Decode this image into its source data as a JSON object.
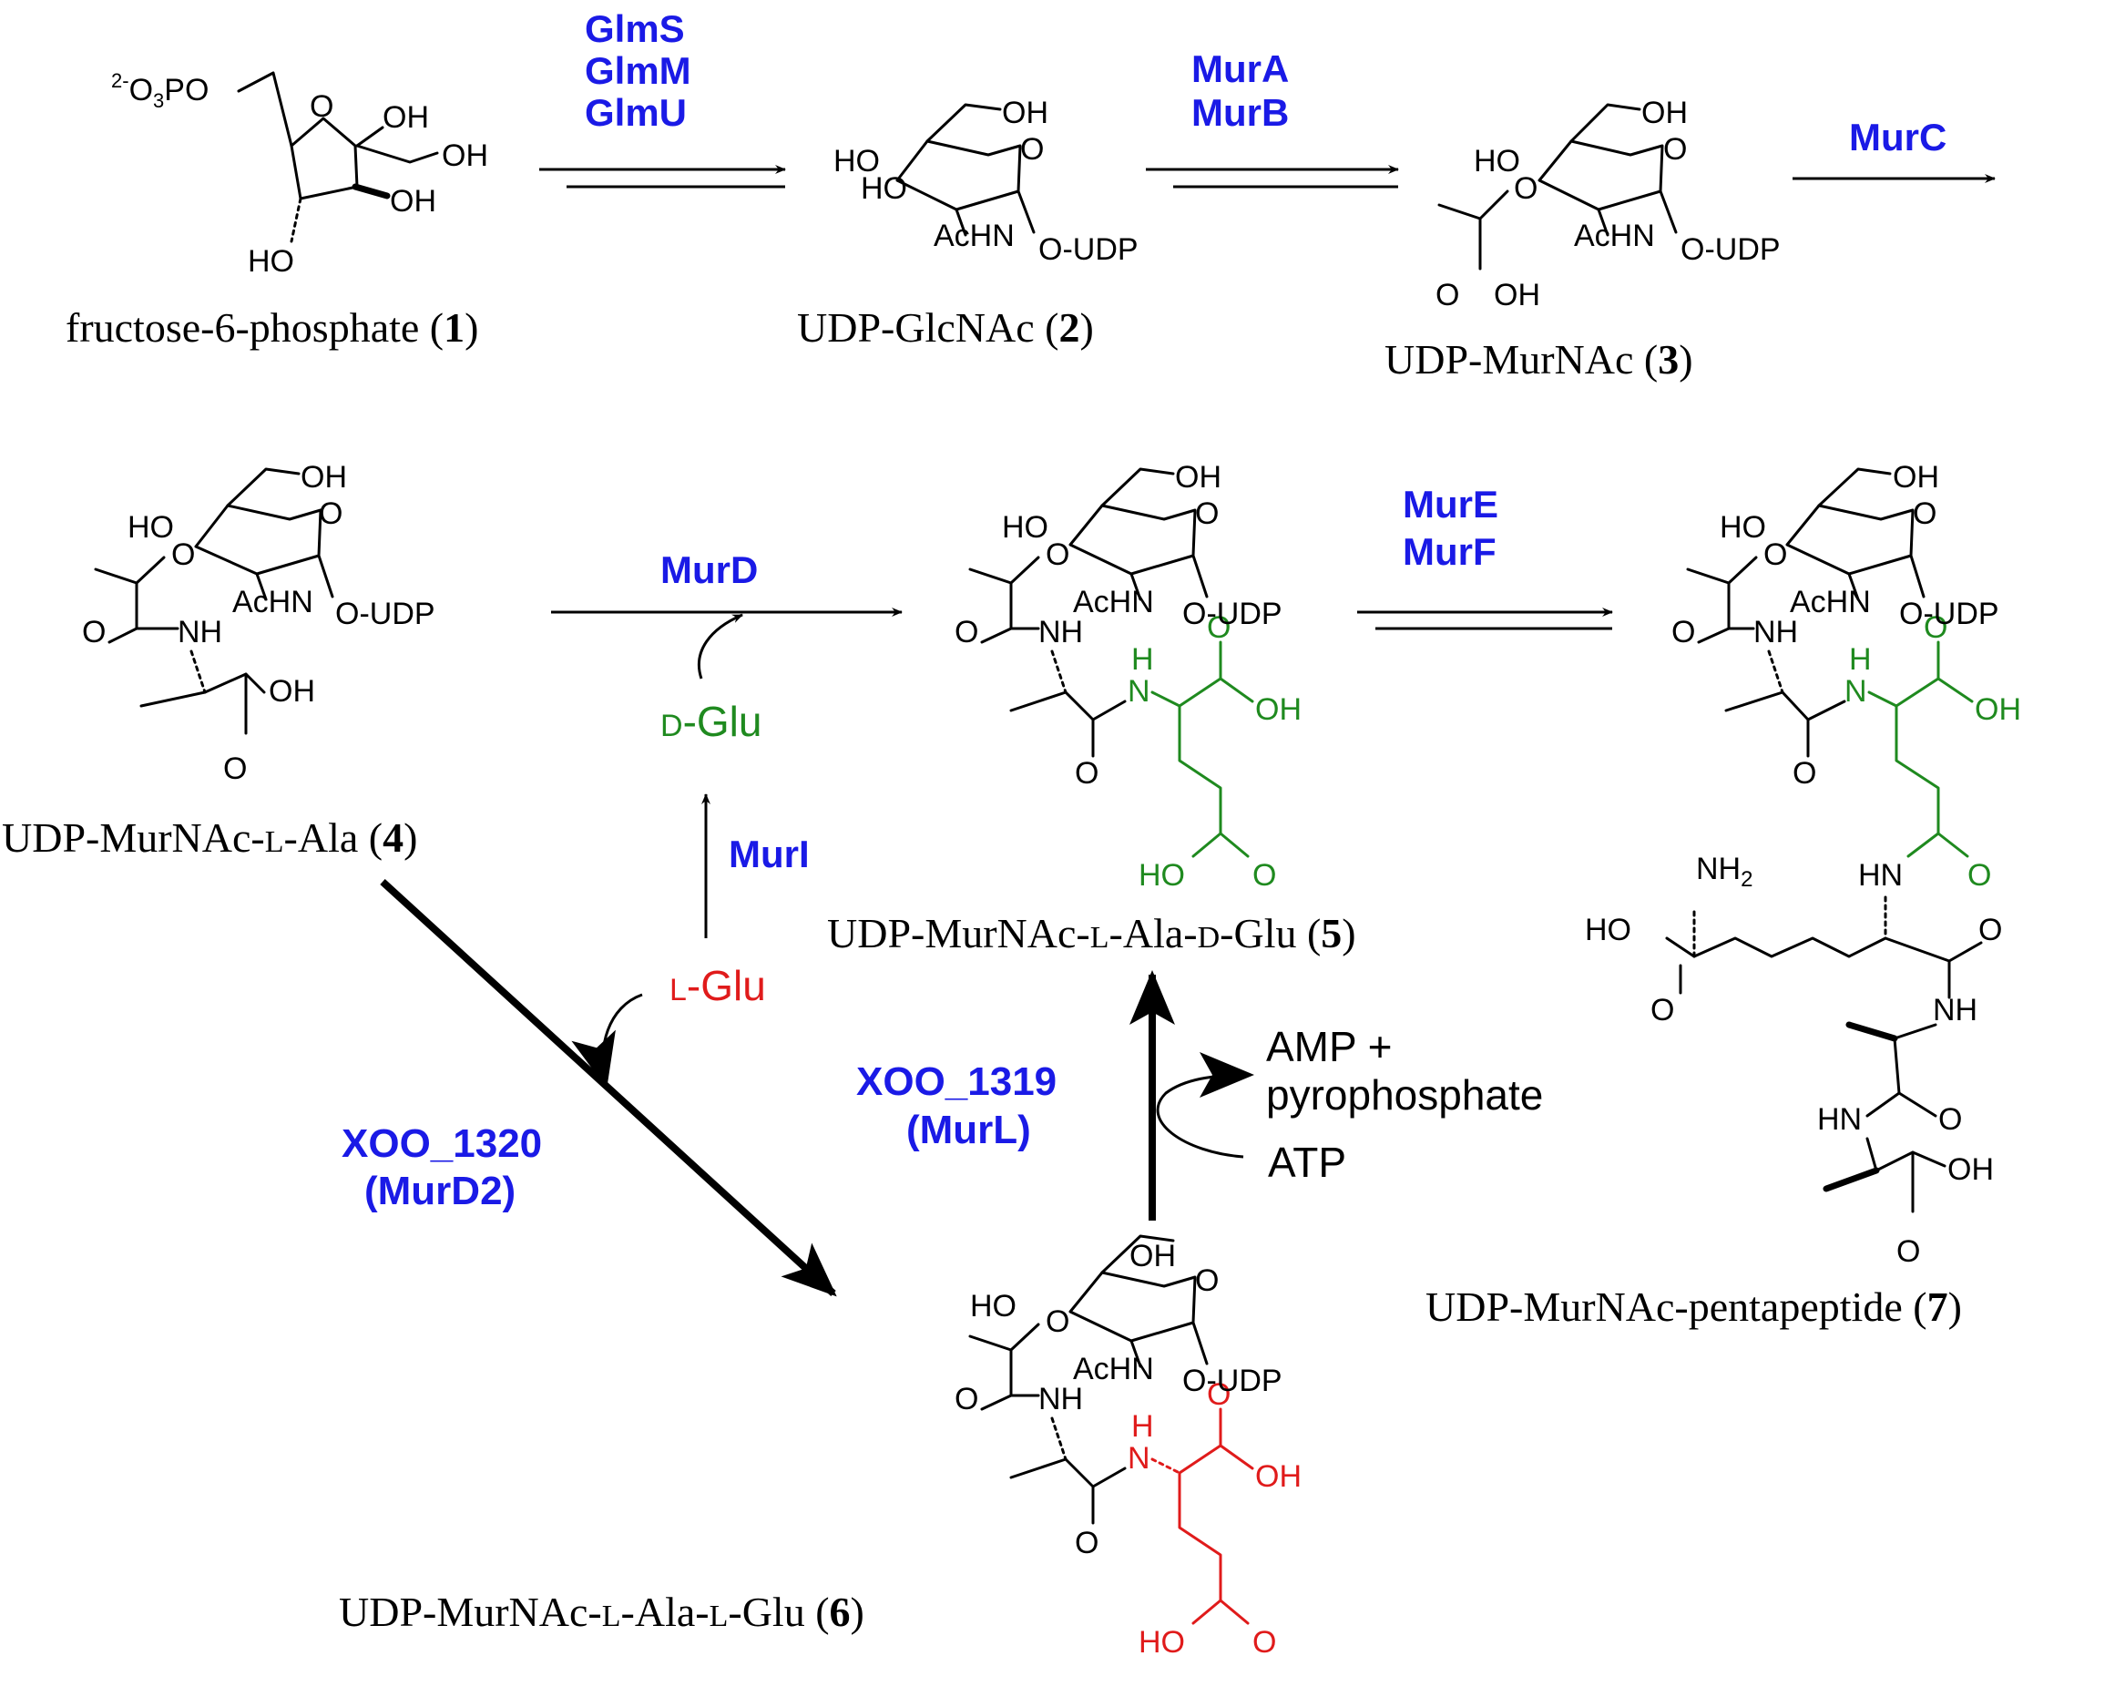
{
  "colors": {
    "enzyme": "#1a1ae6",
    "green": "#1f8a1f",
    "red": "#e01b1b",
    "text": "#000000"
  },
  "enzymes": {
    "glms": "GlmS",
    "glmm": "GlmM",
    "glmu": "GlmU",
    "mura": "MurA",
    "murb": "MurB",
    "murc": "MurC",
    "murd": "MurD",
    "mure": "MurE",
    "murf": "MurF",
    "muri": "MurI",
    "xoo1319": "XOO_1319",
    "murl": "(MurL)",
    "xoo1320": "XOO_1320",
    "murd2": "(MurD2)"
  },
  "reagents": {
    "dglu_prefix": "D",
    "dglu": "-Glu",
    "lglu_prefix": "L",
    "lglu": "-Glu",
    "amp": "AMP +",
    "ppi": "pyrophosphate",
    "atp": "ATP"
  },
  "compounds": {
    "c1": {
      "name": "fructose-6-phosphate (",
      "num": "1",
      "close": ")"
    },
    "c2": {
      "name": "UDP-GlcNAc (",
      "num": "2",
      "close": ")"
    },
    "c3": {
      "name": "UDP-MurNAc (",
      "num": "3",
      "close": ")"
    },
    "c4": {
      "name_a": "UDP-MurNAc-",
      "sc_l": "L",
      "name_b": "-Ala (",
      "num": "4",
      "close": ")"
    },
    "c5": {
      "name_a": "UDP-MurNAc-",
      "sc_l": "L",
      "name_b": "-Ala-",
      "sc_d": "D",
      "name_c": "-Glu (",
      "num": "5",
      "close": ")"
    },
    "c6": {
      "name_a": "UDP-MurNAc-",
      "sc_l": "L",
      "name_b": "-Ala-",
      "sc_l2": "L",
      "name_c": "-Glu (",
      "num": "6",
      "close": ")"
    },
    "c7": {
      "name": "UDP-MurNAc-pentapeptide (",
      "num": "7",
      "close": ")"
    }
  },
  "atoms": {
    "oh": "OH",
    "ho": "HO",
    "o": "O",
    "nh": "NH",
    "hn": "HN",
    "n": "N",
    "h": "H",
    "achn": "AcHN",
    "oudp": "O-UDP",
    "nh2": "NH",
    "two": "2",
    "po3_sup": "2-",
    "po3_a": "O",
    "po3_sub": "3",
    "po3_b": "PO"
  }
}
